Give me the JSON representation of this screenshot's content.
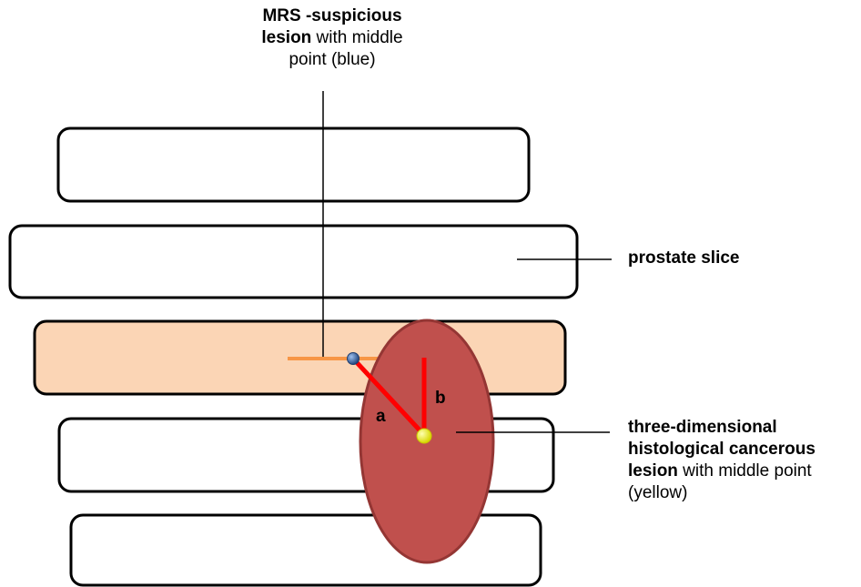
{
  "labels": {
    "mrs": {
      "line1_bold": "MRS -suspicious",
      "line2_bold": "lesion",
      "line2_rest": " with middle",
      "line3": "point (blue)"
    },
    "prostate_slice": "prostate slice",
    "lesion": {
      "line1_bold": "three-dimensional",
      "line2_bold": "histological cancerous",
      "line3_bold": "lesion",
      "line3_rest": " with middle point",
      "line4": "(yellow)"
    },
    "distance_a": "a",
    "distance_b": "b"
  },
  "colors": {
    "slice_highlight": "#fbd5b5",
    "lesion_fill": "#c0504d",
    "lesion_stroke": "#943634",
    "mrs_line": "#f79646",
    "distance_lines": "#ff0000",
    "blue_point": "#3a66a8",
    "yellow_point": "#ffff00"
  }
}
